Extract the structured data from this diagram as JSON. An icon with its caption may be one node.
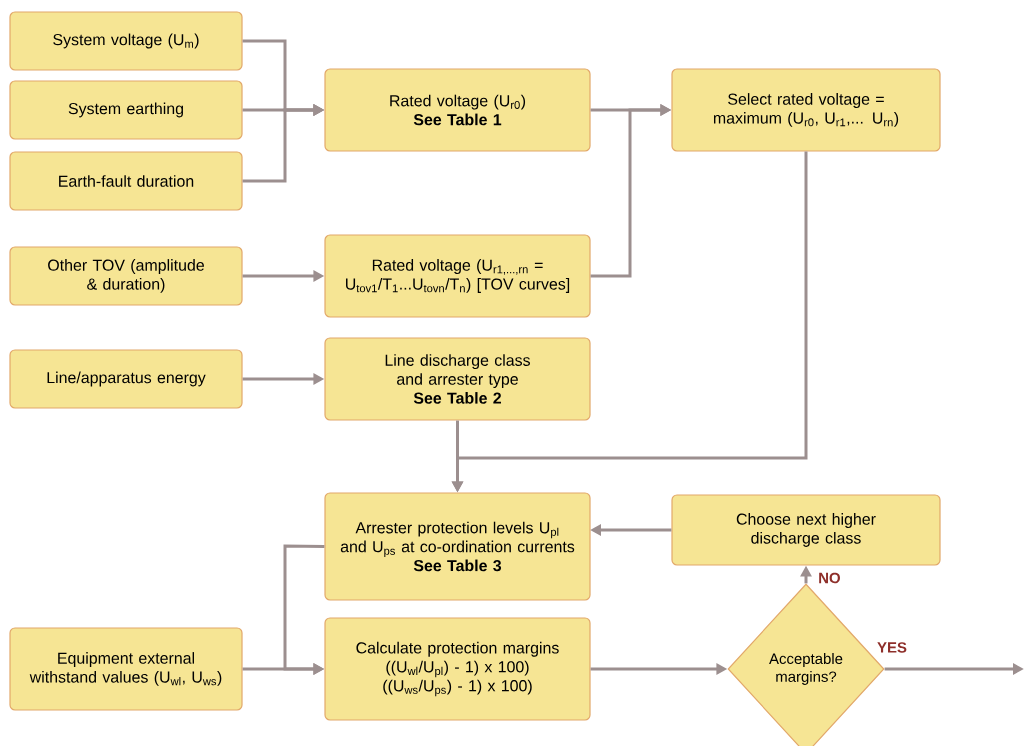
{
  "diagram": {
    "nodes": [
      {
        "text": [
          "System voltage (U$_{m}$)"
        ]
      },
      {
        "text": [
          "System earthing"
        ]
      },
      {
        "text": [
          "Earth-fault duration"
        ]
      },
      {
        "text": [
          "Rated voltage (U$_{r0}$)",
          "See Table 1"
        ]
      },
      {
        "text": [
          "Select rated voltage = maximum (U$_{r0}$, U$_{r1}$,... U$_{rn}$)"
        ]
      },
      {
        "text": [
          "Other TOV (amplitude & duration)"
        ]
      },
      {
        "text": [
          "Rated voltage (U$_{r1,...,rn}$ = U$_{tov1}$/T$_{1}$...U$_{tovn}$/T$_{n}$) [TOV curves]"
        ]
      },
      {
        "text": [
          "Line/apparatus energy"
        ]
      },
      {
        "text": [
          "Line discharge class and arrester type",
          "See Table 2"
        ]
      },
      {
        "text": [
          "Arrester protection levels U$_{pl}$ and U$_{ps}$ at co-ordination currents",
          "See Table 3"
        ]
      },
      {
        "text": [
          "Choose next higher discharge class"
        ]
      },
      {
        "text": [
          "Equipment external withstand values (U$_{wl}$, U$_{ws}$)"
        ]
      },
      {
        "text": [
          "Calculate protection margins",
          "((U$_{wl}$/U$_{pl}$) - 1) x 100)",
          "((U$_{ws}$/U$_{ps}$) - 1) x 100)"
        ]
      },
      {
        "text": [
          "Acceptable margins?"
        ]
      }
    ],
    "edges": [
      {
        "from": 0,
        "to": 3,
        "arrow": "to"
      },
      {
        "from": 1,
        "to": 3,
        "arrow": "to"
      },
      {
        "from": 2,
        "to": 3,
        "arrow": "to"
      },
      {
        "from": 3,
        "to": 4,
        "arrow": "to"
      },
      {
        "from": 6,
        "to": 4,
        "arrow": "to"
      },
      {
        "from": 5,
        "to": 6,
        "arrow": "to"
      },
      {
        "from": 7,
        "to": 8,
        "arrow": "to"
      },
      {
        "from": 8,
        "to": 9,
        "arrow": "to"
      },
      {
        "from": 4,
        "to": 9,
        "arrow": "to"
      },
      {
        "from": 10,
        "to": 9,
        "arrow": "to"
      },
      {
        "from": 9,
        "to": 12,
        "arrow": "to"
      },
      {
        "from": 11,
        "to": 12,
        "arrow": "to"
      },
      {
        "from": 12,
        "to": 13,
        "arrow": "to"
      },
      {
        "from": 13,
        "to": 10,
        "label": "NO",
        "arrow": "to"
      },
      {
        "from": 13,
        "to": null,
        "label": "YES",
        "arrow": "to"
      }
    ]
  }
}
